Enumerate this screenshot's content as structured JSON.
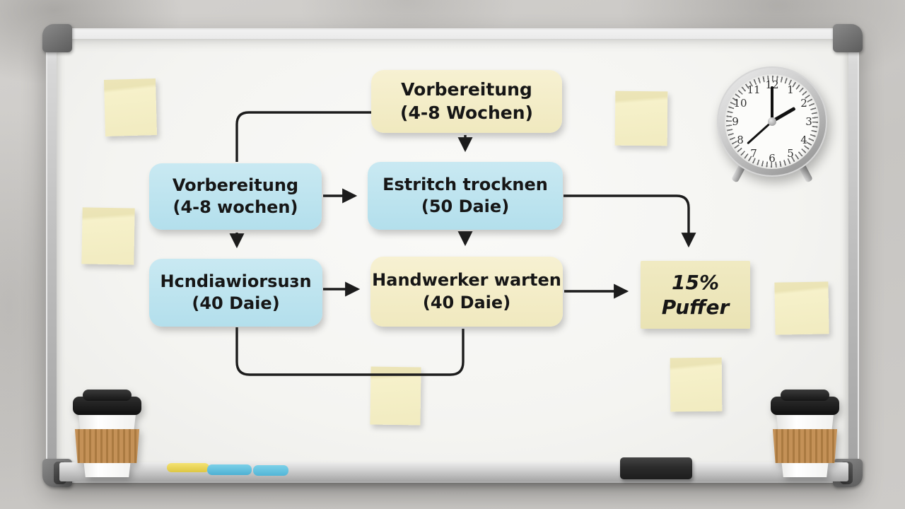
{
  "whiteboard": {
    "nodes": {
      "prep_top": {
        "line1": "Vorbereitung",
        "line2": "(4-8 Wochen)"
      },
      "prep_left": {
        "line1": "Vorbereitung",
        "line2": "(4-8 wochen)"
      },
      "estrich": {
        "line1": "Estritch trocknen",
        "line2": "(50 Daie)"
      },
      "trades": {
        "line1": "Hcndiawiorsuзn",
        "line2": "(40 Daie)"
      },
      "handwerker": {
        "line1": "Handwerker warten",
        "line2": "(40 Daie)"
      },
      "puffer": {
        "line1": "15%",
        "line2": "Puffer"
      }
    },
    "colors": {
      "node_yellow": "#f2ecc6",
      "node_blue": "#bfe3ee",
      "sticky_yellow": "#f3eec4",
      "arrow": "#1c1c1c",
      "frame_silver": "#c0c0c0"
    }
  },
  "clock": {
    "time": "2:00",
    "numbers": [
      "12",
      "1",
      "2",
      "3",
      "4",
      "5",
      "6",
      "7",
      "8",
      "9",
      "10",
      "11"
    ]
  }
}
